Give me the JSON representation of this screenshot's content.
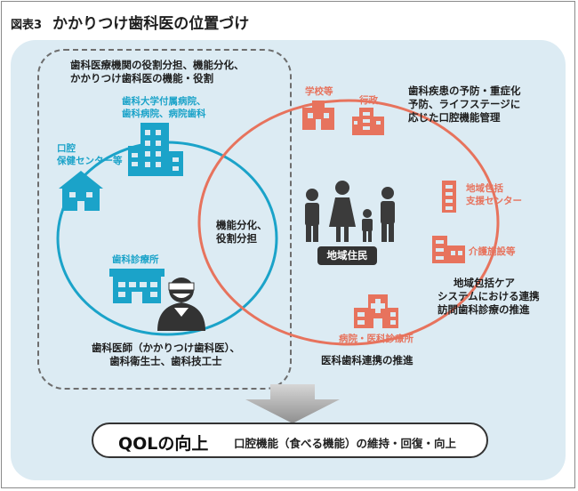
{
  "figure": {
    "label": "図表3",
    "title": "かかりつけ歯科医の位置づけ"
  },
  "left_group": {
    "header_line1": "歯科医療機関の役割分担、機能分化、",
    "header_line2": "かかりつけ歯科医の機能・役割",
    "univ_line1": "歯科大学付属病院、",
    "univ_line2": "歯科病院、病院歯科",
    "oral_line1": "口腔",
    "oral_line2": "保健センター等",
    "clinic": "歯科診療所",
    "staff_line1": "歯科医師（かかりつけ歯科医）、",
    "staff_line2": "歯科衛生士、歯科技工士"
  },
  "overlap": {
    "line1": "機能分化、",
    "line2": "役割分担"
  },
  "right_group": {
    "school": "学校等",
    "gov": "行政",
    "prevention_line1": "歯科疾患の予防・重症化",
    "prevention_line2": "予防、ライフステージに",
    "prevention_line3": "応じた口腔機能管理",
    "community_center_line1": "地域包括",
    "community_center_line2": "支援センター",
    "care_facility": "介護施設等",
    "care_system_line1": "地域包括ケア",
    "care_system_line2": "システムにおける連携",
    "care_system_line3": "訪問歯科診療の推進",
    "hospital": "病院・医科診療所",
    "cooperation": "医科歯科連携の推進",
    "residents": "地域住民"
  },
  "outcome": {
    "main": "QOLの向上",
    "sub": "口腔機能（食べる機能）の維持・回復・向上"
  },
  "colors": {
    "blue": "#1ba3c9",
    "orange": "#e7735d",
    "panel": "#dcebf3",
    "dark": "#3b3b3b"
  }
}
